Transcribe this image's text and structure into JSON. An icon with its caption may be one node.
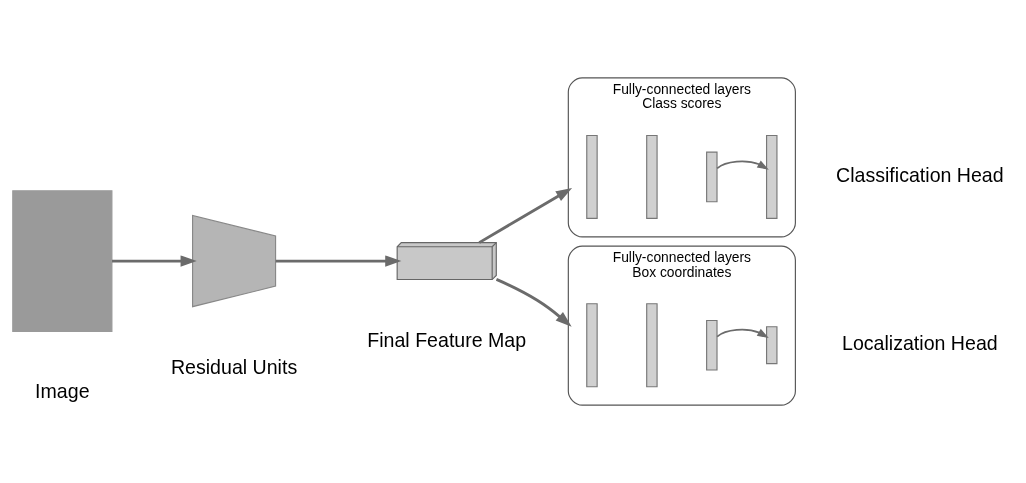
{
  "diagram": {
    "nodes": [
      {
        "text": [],
        "shape": "box",
        "beside": [
          "Image"
        ]
      },
      {
        "text": [],
        "shape": "trapezoid",
        "beside": [
          "Residual Units"
        ]
      },
      {
        "text": [],
        "shape": "cuboid",
        "beside": [
          "Final Feature Map"
        ]
      },
      {
        "text": [
          "Fully-connected layers",
          "Class scores"
        ],
        "beside": [
          "Classification Head"
        ]
      },
      {
        "text": [],
        "shape": "bar",
        "in": 3
      },
      {
        "text": [],
        "shape": "bar",
        "in": 3
      },
      {
        "text": [],
        "shape": "bar",
        "in": 3
      },
      {
        "text": [],
        "shape": "bar",
        "in": 3
      },
      {
        "text": [
          "Fully-connected layers",
          "Box coordinates"
        ],
        "beside": [
          "Localization Head"
        ]
      },
      {
        "text": [],
        "shape": "bar",
        "in": 8
      },
      {
        "text": [],
        "shape": "bar",
        "in": 8
      },
      {
        "text": [],
        "shape": "bar",
        "in": 8
      },
      {
        "text": [],
        "shape": "bar",
        "in": 8
      }
    ],
    "edges": [
      {
        "from": 0,
        "to": 1,
        "arrow": "to"
      },
      {
        "from": 1,
        "to": 2,
        "arrow": "to"
      },
      {
        "from": 2,
        "to": 3,
        "arrow": "to"
      },
      {
        "from": 2,
        "to": 8,
        "arrow": "to"
      },
      {
        "from": 6,
        "to": 7,
        "arrow": "to"
      },
      {
        "from": 11,
        "to": 12,
        "arrow": "to"
      }
    ]
  }
}
